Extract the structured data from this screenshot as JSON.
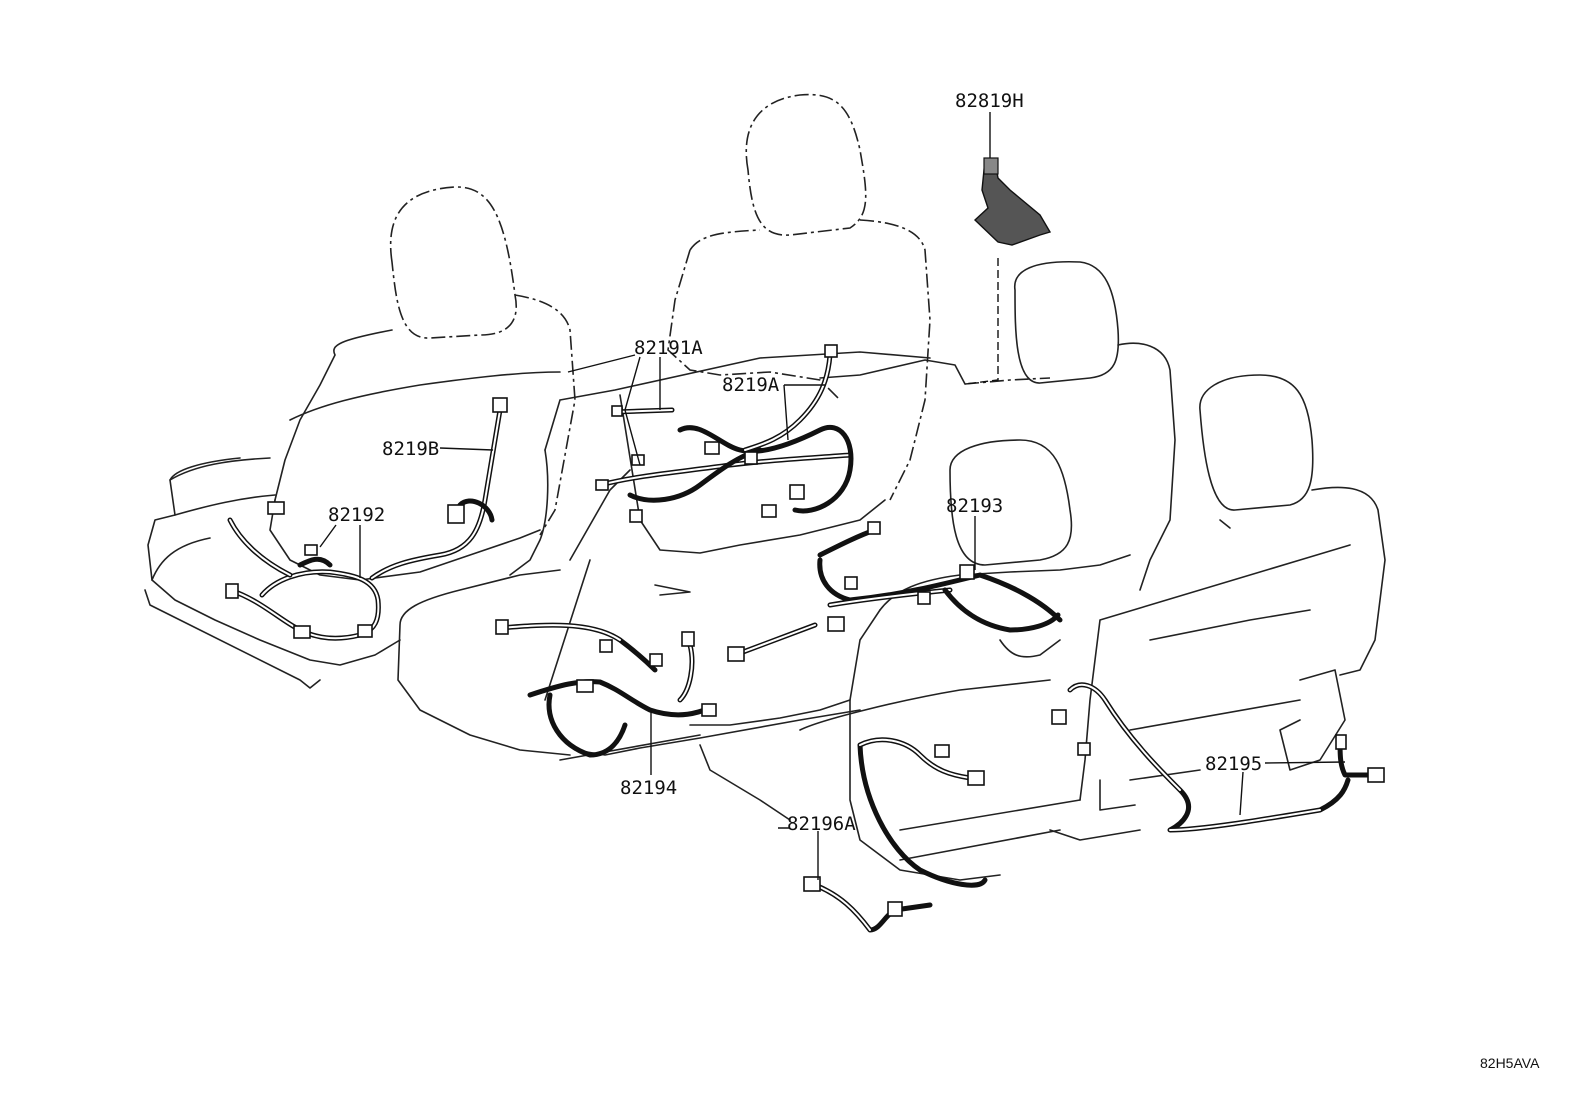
{
  "diagram_code": "82H5AVA",
  "callouts": [
    {
      "id": "82819h",
      "label": "82819H"
    },
    {
      "id": "82191a",
      "label": "82191A"
    },
    {
      "id": "8219a",
      "label": "8219A"
    },
    {
      "id": "8219b",
      "label": "8219B"
    },
    {
      "id": "82192",
      "label": "82192"
    },
    {
      "id": "82193",
      "label": "82193"
    },
    {
      "id": "82194",
      "label": "82194"
    },
    {
      "id": "82195",
      "label": "82195"
    },
    {
      "id": "82196a",
      "label": "82196A"
    }
  ]
}
